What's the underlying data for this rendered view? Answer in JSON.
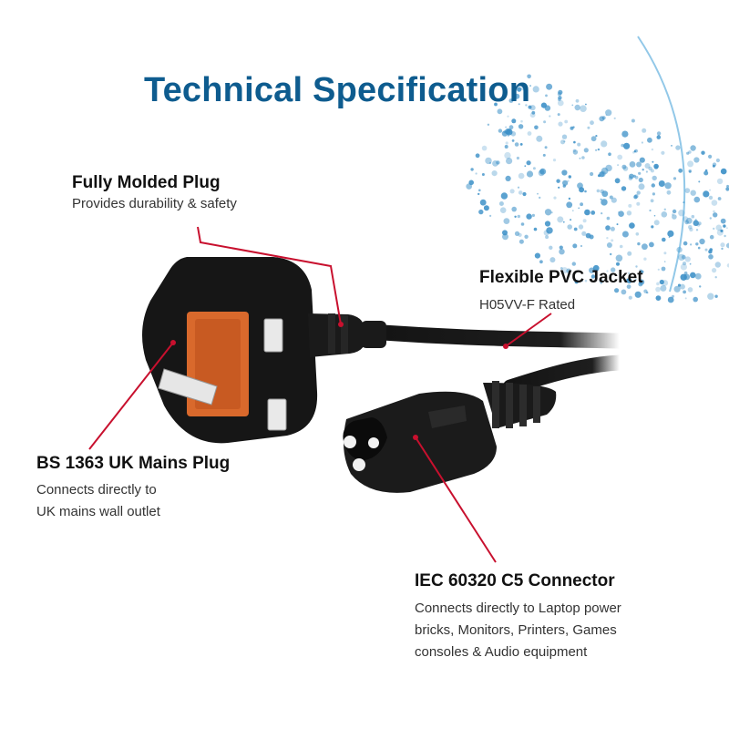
{
  "title": "Technical Specification",
  "colors": {
    "title": "#0e5c8f",
    "callout_line": "#c8102e",
    "cable": "#141414",
    "plug_insert": "#d9692c",
    "globe_dots": "#3a8fc7"
  },
  "callouts": {
    "molded_plug": {
      "heading": "Fully Molded Plug",
      "description": "Provides durability & safety"
    },
    "pvc_jacket": {
      "heading": "Flexible PVC Jacket",
      "description": "H05VV-F Rated"
    },
    "bs_plug": {
      "heading": "BS 1363 UK Mains Plug",
      "description_lines": [
        "Connects directly to",
        "UK mains wall outlet"
      ]
    },
    "iec_connector": {
      "heading": "IEC 60320 C5 Connector",
      "description": "Connects directly to Laptop power bricks, Monitors, Printers, Games consoles & Audio equipment"
    }
  },
  "icons": [
    "uk-plug-icon",
    "c5-connector-icon",
    "globe-dots-icon"
  ]
}
